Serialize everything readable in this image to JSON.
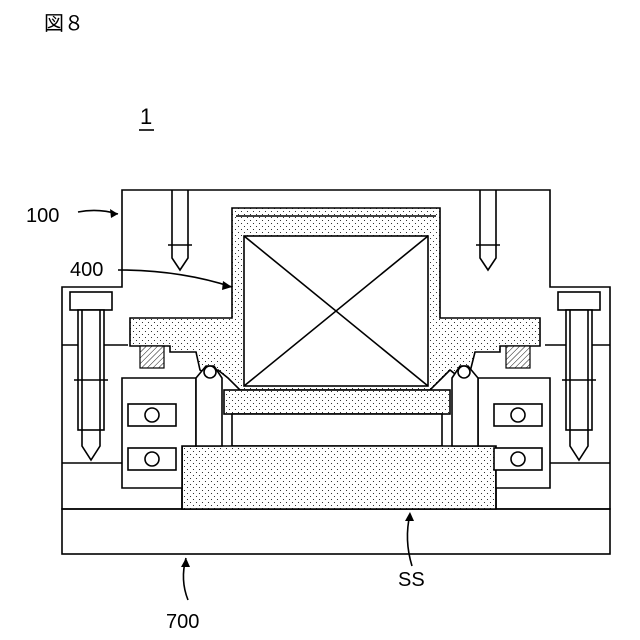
{
  "figure_label": "図８",
  "reference_numeral": "1",
  "callouts": {
    "housing": "100",
    "seal": "400",
    "base": "700",
    "ss": "SS"
  }
}
